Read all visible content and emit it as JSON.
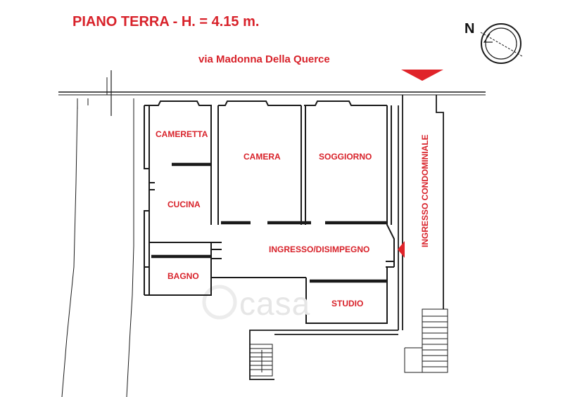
{
  "title": "PIANO TERRA - H. = 4.15 m.",
  "street": "via Madonna Della Querce",
  "north_label": "N",
  "watermark": "casa",
  "rooms": {
    "cameretta": "CAMERETTA",
    "camera": "CAMERA",
    "soggiorno": "SOGGIORNO",
    "cucina": "CUCINA",
    "ingresso": "INGRESSO/DISIMPEGNO",
    "bagno": "BAGNO",
    "studio": "STUDIO",
    "ingresso_condominiale": "INGRESSO CONDOMINIALE"
  },
  "colors": {
    "label": "#d8222a",
    "wall": "#1a1a1a",
    "marker": "#e0242a"
  }
}
